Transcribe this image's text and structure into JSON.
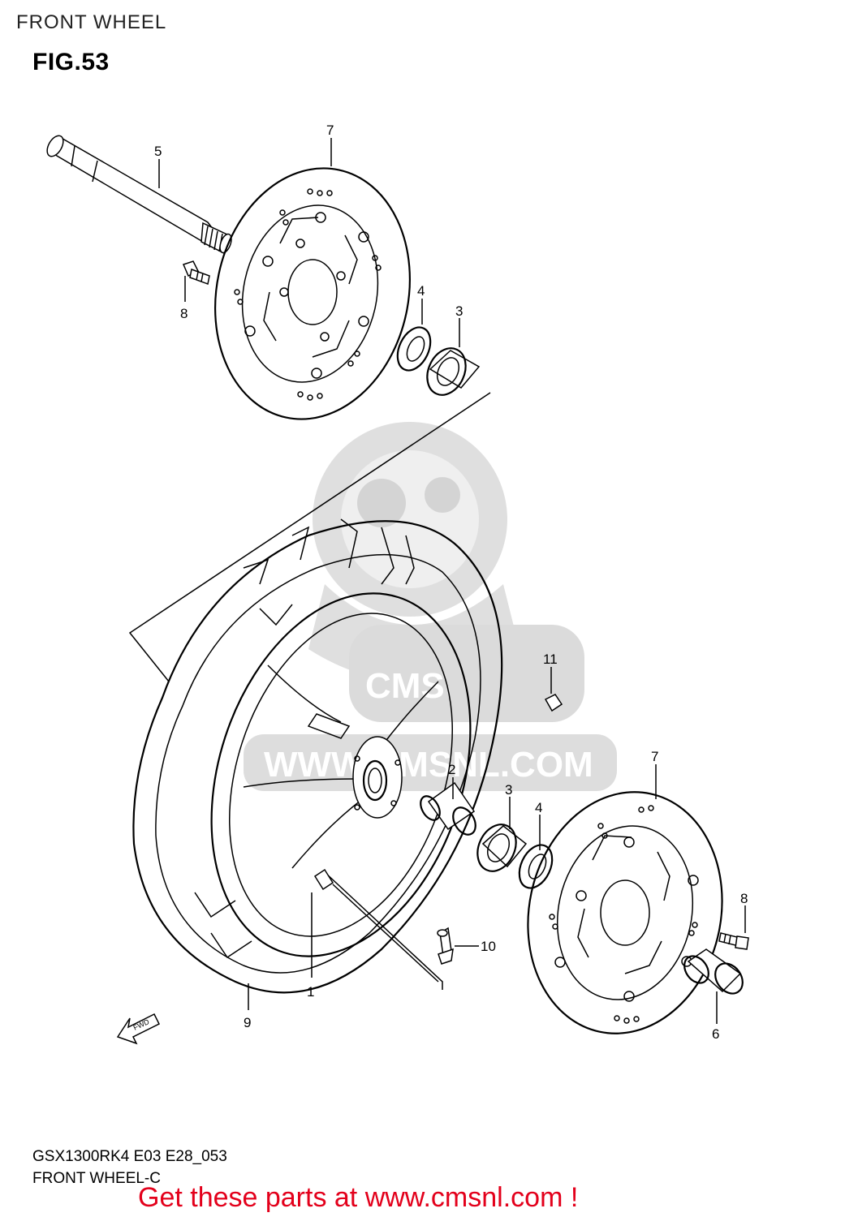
{
  "page": {
    "header_title": "FRONT WHEEL",
    "figure_label": "FIG.53",
    "model_code": "GSX1300RK4 E03 E28_053",
    "model_name": "FRONT WHEEL-C",
    "footer_link": "Get these parts at www.cmsnl.com !"
  },
  "watermark": {
    "text": "WWW.CMSNL.COM",
    "color": "#d9d9d9"
  },
  "fwd_arrow": {
    "label": "FWD"
  },
  "callouts": {
    "c1": "1",
    "c2": "2",
    "c3a": "3",
    "c3b": "3",
    "c4a": "4",
    "c4b": "4",
    "c5": "5",
    "c6": "6",
    "c7a": "7",
    "c7b": "7",
    "c8a": "8",
    "c8b": "8",
    "c9": "9",
    "c10": "10",
    "c11": "11"
  },
  "colors": {
    "footer": "#e3001b",
    "lines": "#000000"
  }
}
